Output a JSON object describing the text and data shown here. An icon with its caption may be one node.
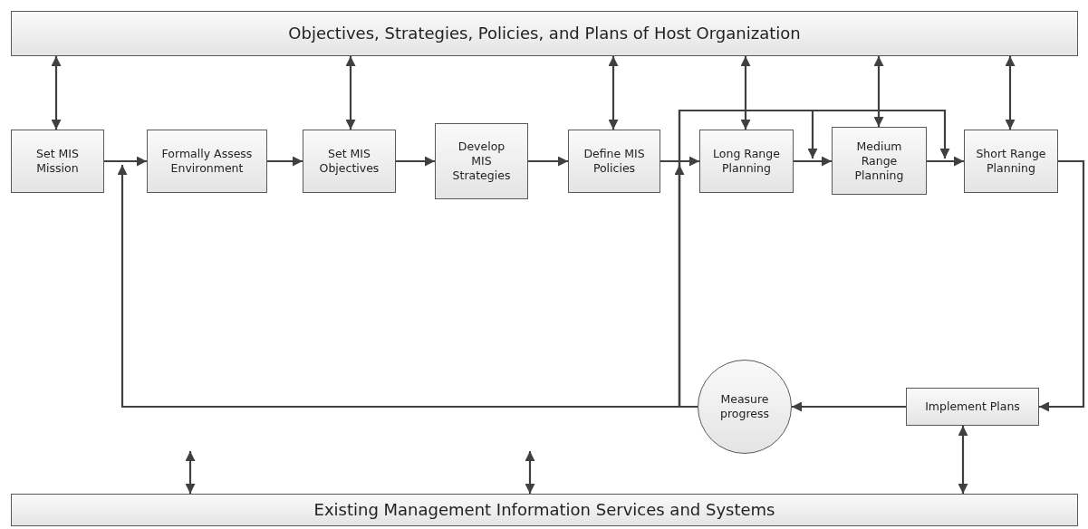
{
  "diagram": {
    "nodes": [
      {
        "text": [
          "Objectives, Strategies, Policies, and Plans of Host Organization"
        ]
      },
      {
        "text": [
          "Set MIS Mission"
        ]
      },
      {
        "text": [
          "Formally Assess Environment"
        ]
      },
      {
        "text": [
          "Set MIS Objectives"
        ]
      },
      {
        "text": [
          "Develop MIS Strategies"
        ]
      },
      {
        "text": [
          "Define MIS Policies"
        ]
      },
      {
        "text": [
          "Long Range Planning"
        ]
      },
      {
        "text": [
          "Medium Range Planning"
        ]
      },
      {
        "text": [
          "Short Range Planning"
        ]
      },
      {
        "text": [
          "Implement Plans"
        ]
      },
      {
        "text": [
          "Measure progress"
        ]
      },
      {
        "text": [
          "Existing Management Information Services and Systems"
        ]
      }
    ],
    "edges": [
      {
        "from": 1,
        "to": 2,
        "arrow": "to"
      },
      {
        "from": 2,
        "to": 3,
        "arrow": "to"
      },
      {
        "from": 3,
        "to": 4,
        "arrow": "to"
      },
      {
        "from": 4,
        "to": 5,
        "arrow": "to"
      },
      {
        "from": 5,
        "to": 6,
        "arrow": "to"
      },
      {
        "from": 6,
        "to": 7,
        "arrow": "to"
      },
      {
        "from": 7,
        "to": 8,
        "arrow": "to"
      },
      {
        "from": 8,
        "to": 9,
        "arrow": "to"
      },
      {
        "from": 9,
        "to": 10,
        "arrow": "to"
      },
      {
        "from": 10,
        "to": 2,
        "arrow": "to"
      },
      {
        "from": 10,
        "to": 6,
        "arrow": "to"
      },
      {
        "from": 10,
        "to": 7,
        "arrow": "to"
      },
      {
        "from": 10,
        "to": 8,
        "arrow": "to"
      },
      {
        "from": 0,
        "to": 1,
        "arrow": "both"
      },
      {
        "from": 0,
        "to": 3,
        "arrow": "both"
      },
      {
        "from": 0,
        "to": 5,
        "arrow": "both"
      },
      {
        "from": 0,
        "to": 6,
        "arrow": "both"
      },
      {
        "from": 0,
        "to": 7,
        "arrow": "both"
      },
      {
        "from": 0,
        "to": 8,
        "arrow": "both"
      },
      {
        "from": null,
        "to": 11,
        "arrow": "both"
      },
      {
        "from": null,
        "to": 11,
        "arrow": "both"
      },
      {
        "from": 9,
        "to": 11,
        "arrow": "both"
      }
    ]
  }
}
